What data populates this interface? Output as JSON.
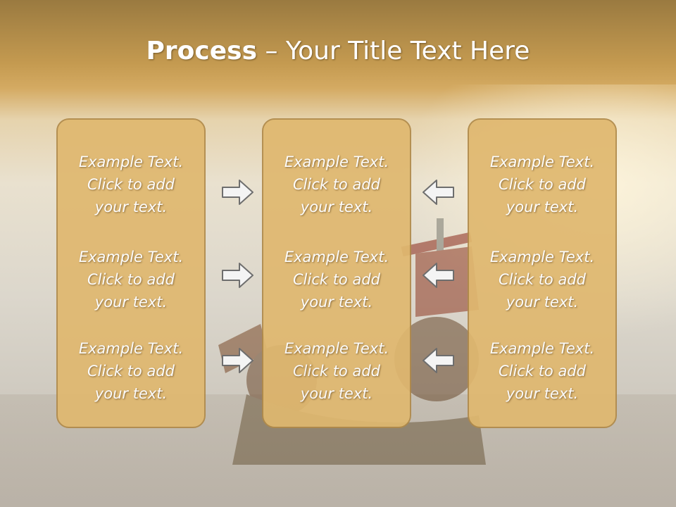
{
  "title": {
    "bold": "Process",
    "rest": " – Your Title Text Here"
  },
  "columns": [
    {
      "items": [
        {
          "line1": "Example Text.",
          "line2": "Click  to add",
          "line3": "your text."
        },
        {
          "line1": "Example Text.",
          "line2": "Click  to add",
          "line3": "your text."
        },
        {
          "line1": "Example Text.",
          "line2": "Click  to add",
          "line3": "your text."
        }
      ]
    },
    {
      "items": [
        {
          "line1": "Example Text.",
          "line2": "Click  to add",
          "line3": "your text."
        },
        {
          "line1": "Example Text.",
          "line2": "Click  to add",
          "line3": "your text."
        },
        {
          "line1": "Example Text.",
          "line2": "Click  to add",
          "line3": "your text."
        }
      ]
    },
    {
      "items": [
        {
          "line1": "Example Text.",
          "line2": "Click  to add",
          "line3": "your text."
        },
        {
          "line1": "Example Text.",
          "line2": "Click  to add",
          "line3": "your text."
        },
        {
          "line1": "Example Text.",
          "line2": "Click  to add",
          "line3": "your text."
        }
      ]
    }
  ],
  "arrows": {
    "left_group": "arrow-right-icon",
    "right_group": "arrow-left-icon"
  },
  "colors": {
    "panel": "#e0b86f",
    "panel_border": "#b08a4a",
    "header": "#c49a50"
  }
}
